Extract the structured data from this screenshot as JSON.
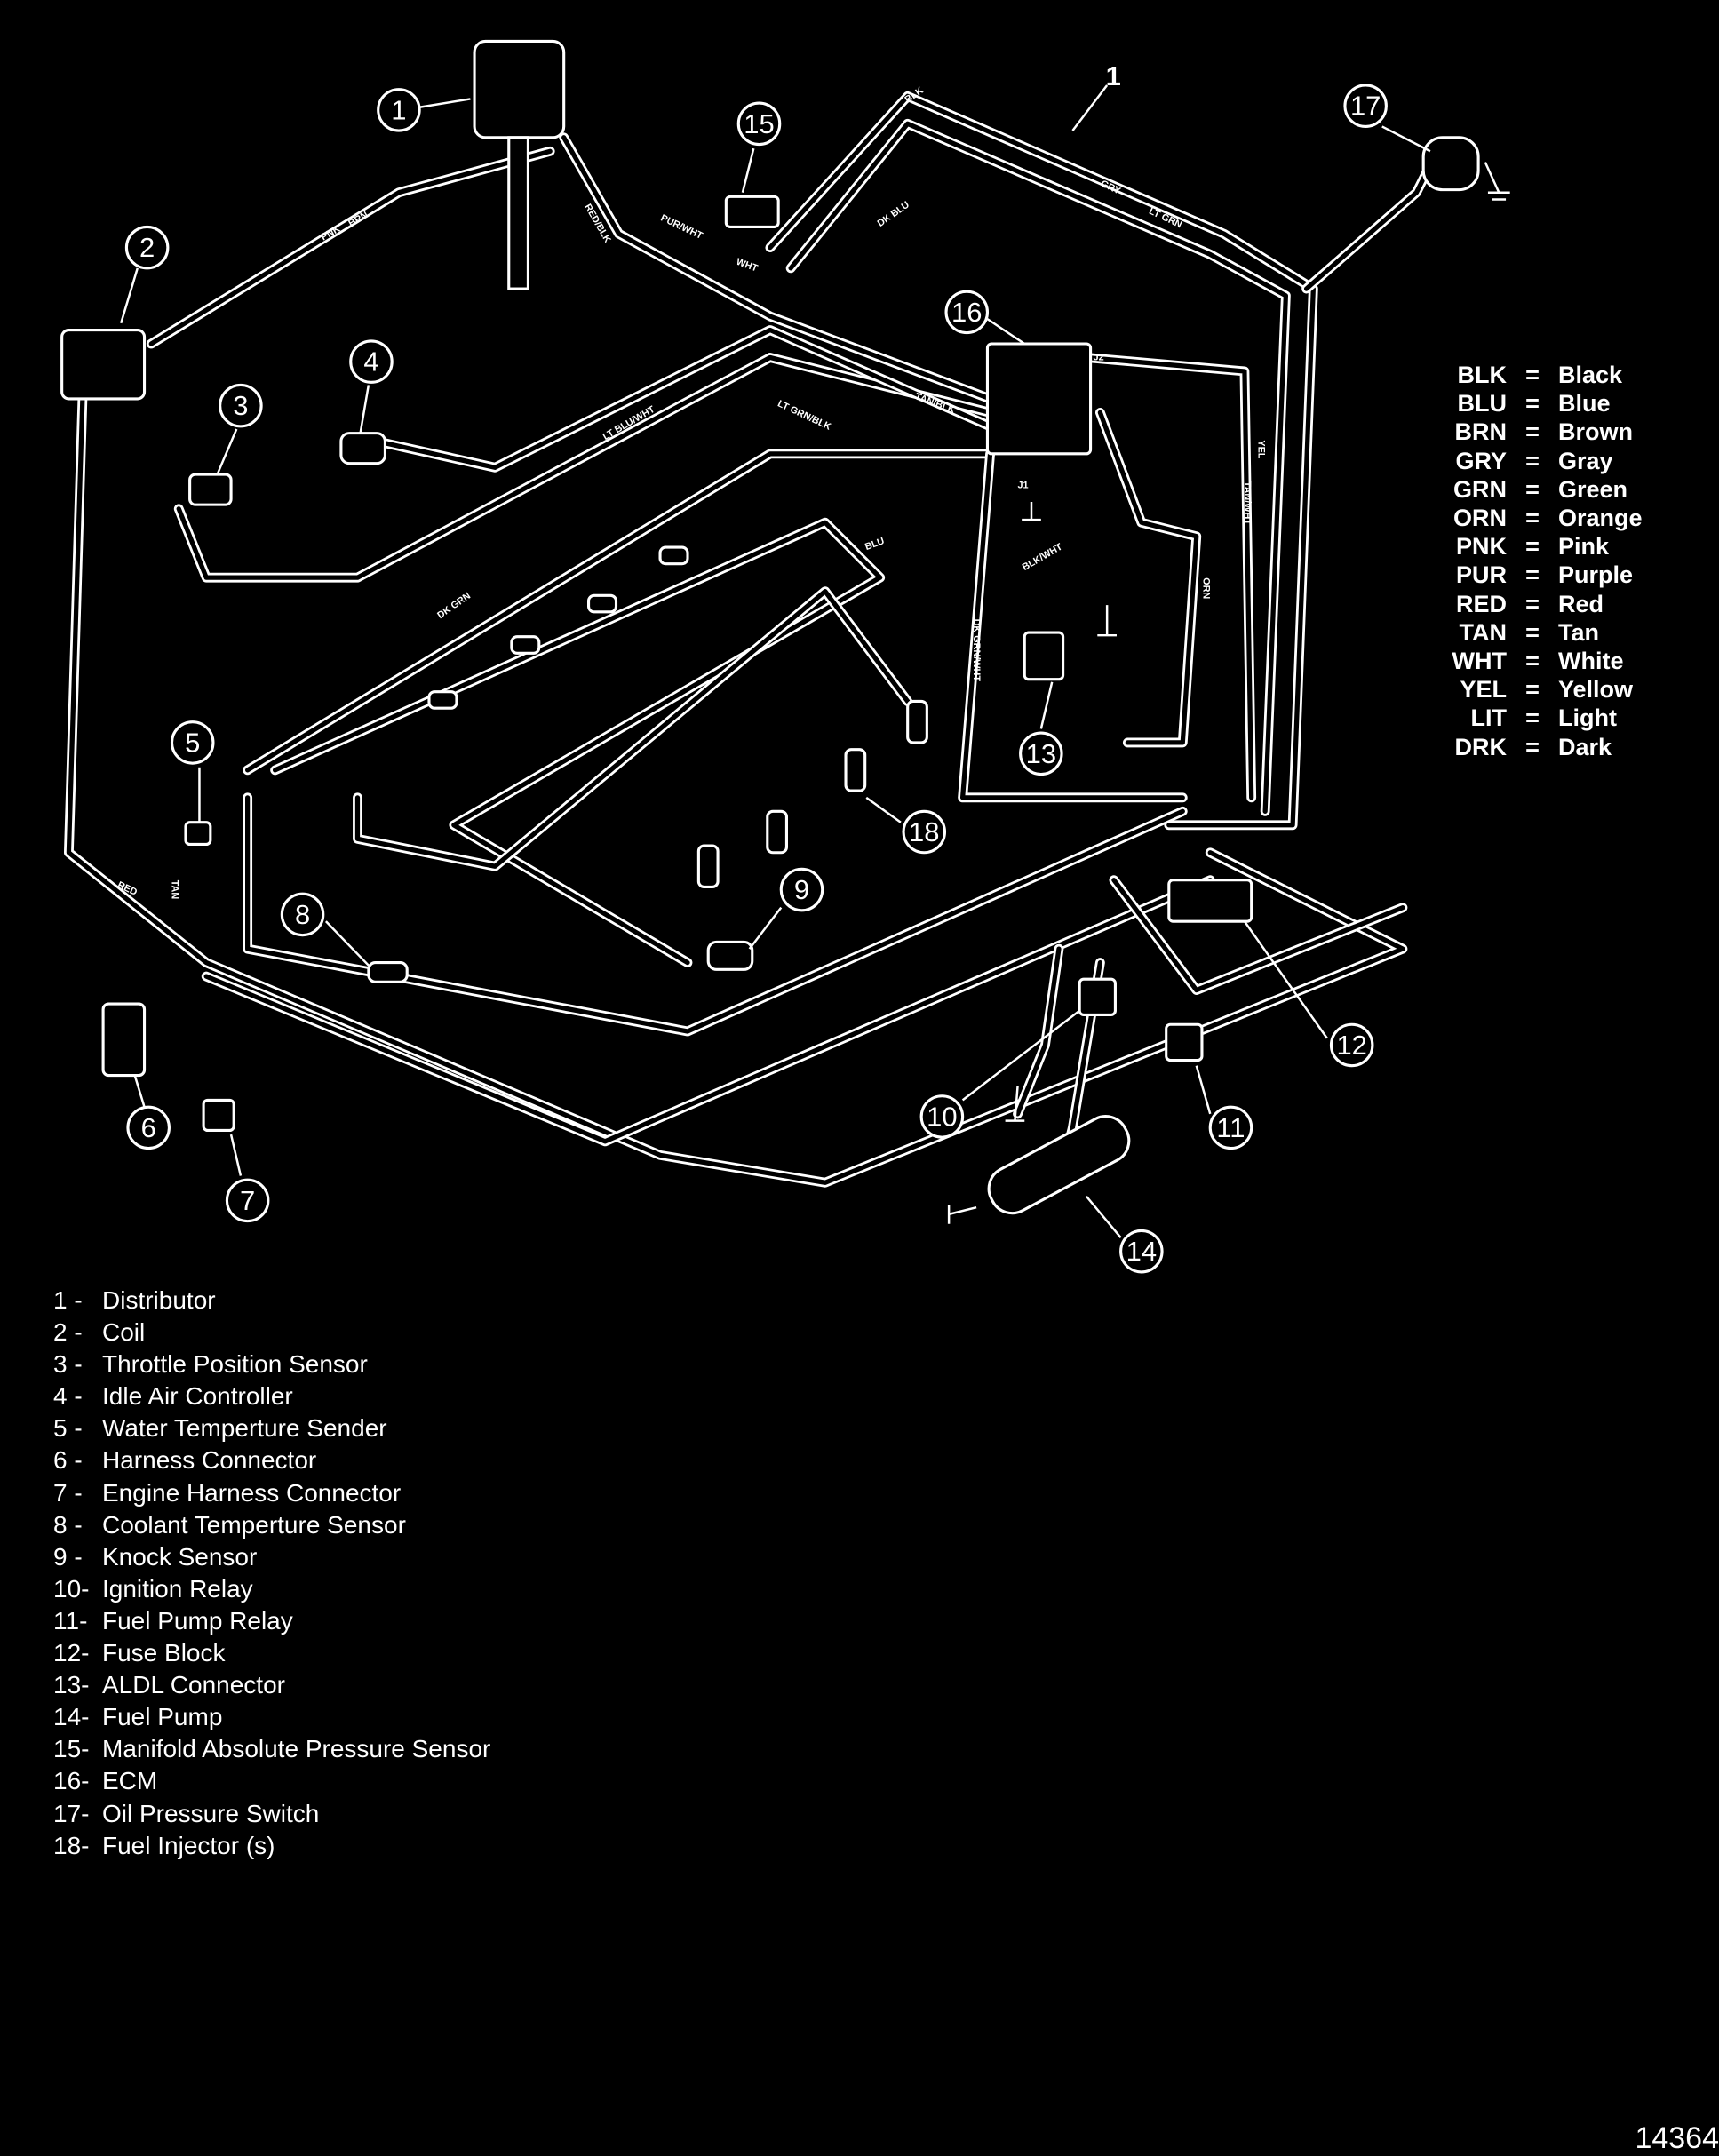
{
  "diagram": {
    "harness_callout": "1",
    "callouts": [
      "1",
      "2",
      "3",
      "4",
      "5",
      "6",
      "7",
      "8",
      "9",
      "10",
      "11",
      "12",
      "13",
      "14",
      "15",
      "16",
      "17",
      "18"
    ],
    "wire_labels": {
      "pnk": "PNK",
      "brn": "BRN",
      "red_blk": "RED/BLK",
      "pur_wht": "PUR/WHT",
      "wht": "WHT",
      "tan_blk": "TAN/BLK",
      "dk_blu": "DK BLU",
      "gry": "GRY",
      "blk": "BLK",
      "lt_grn": "LT GRN",
      "yel": "YEL",
      "tan_wht": "TAN/WHT",
      "orn": "ORN",
      "red": "RED",
      "dk_grn": "DK GRN",
      "tan": "TAN",
      "lt_blu_wht": "LT BLU/WHT",
      "lt_grn_blk": "LT GRN/BLK",
      "blu": "BLU",
      "dk_grn_wht": "DK GRN/WHT",
      "blk_wht": "BLK/WHT",
      "j1": "J1",
      "j2": "J2"
    }
  },
  "legend": [
    {
      "code": "BLK",
      "meaning": "Black"
    },
    {
      "code": "BLU",
      "meaning": "Blue"
    },
    {
      "code": "BRN",
      "meaning": "Brown"
    },
    {
      "code": "GRY",
      "meaning": "Gray"
    },
    {
      "code": "GRN",
      "meaning": "Green"
    },
    {
      "code": "ORN",
      "meaning": "Orange"
    },
    {
      "code": "PNK",
      "meaning": "Pink"
    },
    {
      "code": "PUR",
      "meaning": "Purple"
    },
    {
      "code": "RED",
      "meaning": "Red"
    },
    {
      "code": "TAN",
      "meaning": "Tan"
    },
    {
      "code": "WHT",
      "meaning": "White"
    },
    {
      "code": "YEL",
      "meaning": "Yellow"
    },
    {
      "code": "LIT",
      "meaning": "Light"
    },
    {
      "code": "DRK",
      "meaning": "Dark"
    }
  ],
  "legend_sep": "=",
  "parts": [
    {
      "num": "1  -",
      "name": "Distributor"
    },
    {
      "num": "2  -",
      "name": "Coil"
    },
    {
      "num": "3  -",
      "name": "Throttle Position Sensor"
    },
    {
      "num": "4  -",
      "name": "Idle Air Controller"
    },
    {
      "num": "5  -",
      "name": "Water Temperture Sender"
    },
    {
      "num": "6  -",
      "name": "Harness Connector"
    },
    {
      "num": "7  -",
      "name": "Engine Harness Connector"
    },
    {
      "num": "8  -",
      "name": "Coolant Temperture Sensor"
    },
    {
      "num": "9  -",
      "name": "Knock Sensor"
    },
    {
      "num": "10-",
      "name": "Ignition Relay"
    },
    {
      "num": "11-",
      "name": "Fuel Pump Relay"
    },
    {
      "num": "12-",
      "name": "Fuse Block"
    },
    {
      "num": "13-",
      "name": "ALDL Connector"
    },
    {
      "num": "14-",
      "name": "Fuel Pump"
    },
    {
      "num": "15-",
      "name": "Manifold Absolute Pressure Sensor"
    },
    {
      "num": "16-",
      "name": "ECM"
    },
    {
      "num": "17-",
      "name": "Oil Pressure Switch"
    },
    {
      "num": "18-",
      "name": "Fuel Injector (s)"
    }
  ],
  "figure_number": "14364",
  "colors": {
    "background": "#000000",
    "foreground": "#ffffff"
  }
}
